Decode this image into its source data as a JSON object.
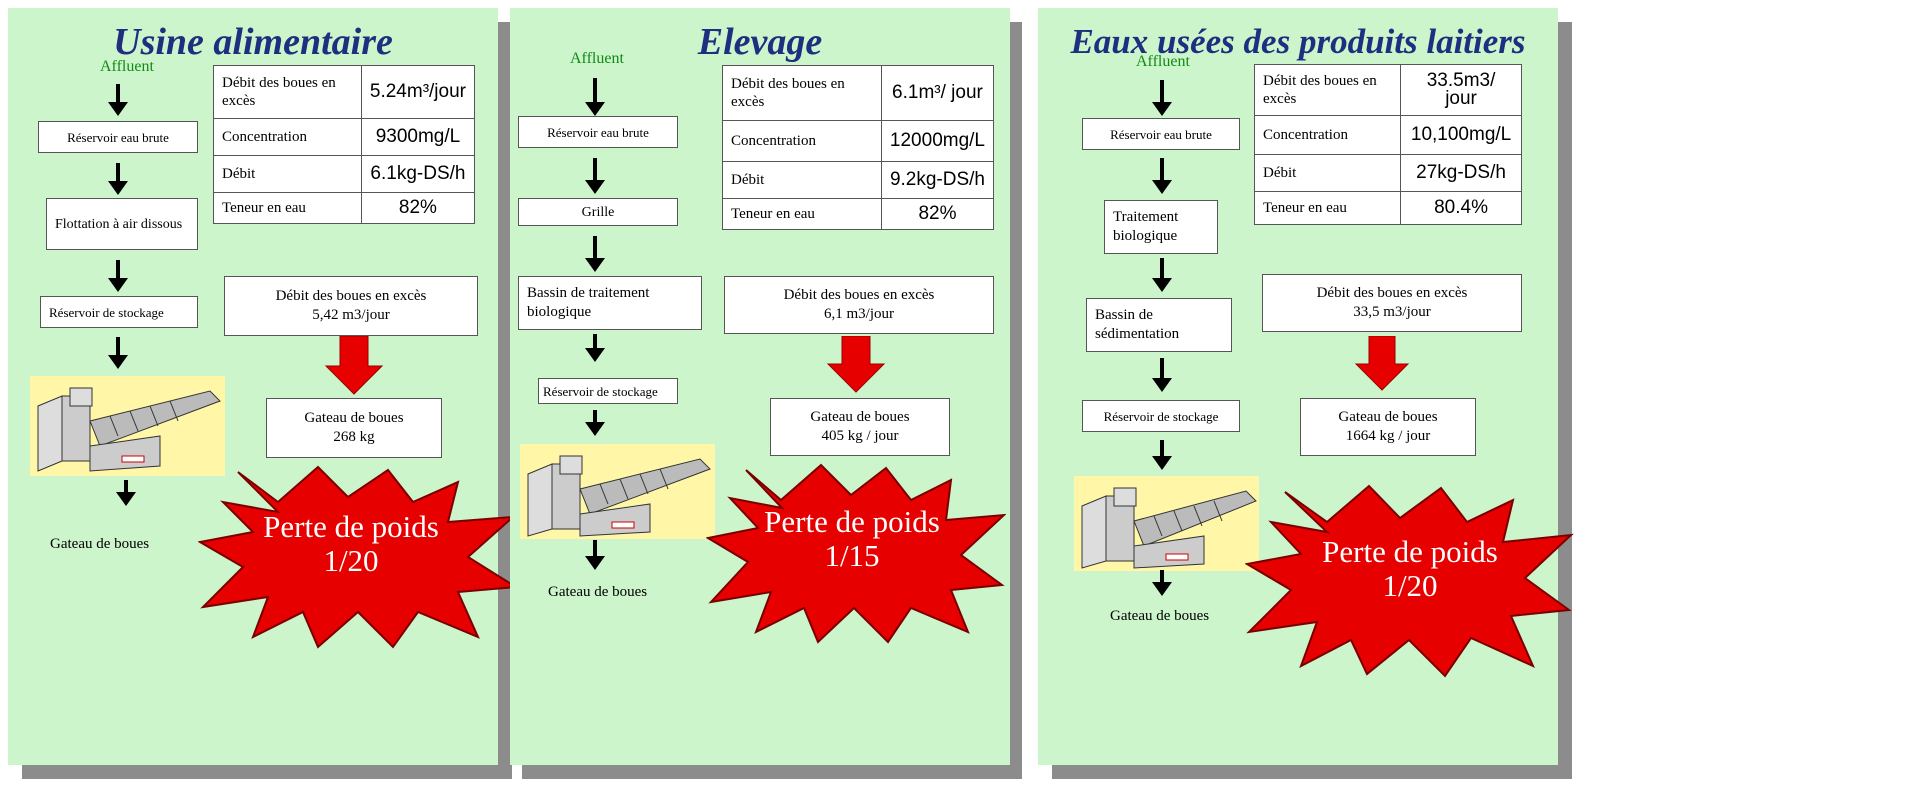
{
  "panels": [
    {
      "title": "Usine alimentaire",
      "influent": "Affluent",
      "steps": [
        "Réservoir eau brute",
        "Flottation à air dissous",
        "Réservoir de stockage"
      ],
      "output": "Gateau de boues",
      "specs": [
        {
          "label": "Débit des boues en excès",
          "value": "5.24m³/jour"
        },
        {
          "label": "Concentration",
          "value": "9300mg/L"
        },
        {
          "label": "Débit",
          "value": "6.1kg-DS/h"
        },
        {
          "label": "Teneur en eau",
          "value": "82%"
        }
      ],
      "excess_label": "Débit des boues en excès",
      "excess_value": "5,42 m3/jour",
      "cake_label": "Gateau de boues",
      "cake_value": "268 kg",
      "loss_label": "Perte de poids",
      "loss_ratio": "1/20"
    },
    {
      "title": "Elevage",
      "influent": "Affluent",
      "steps": [
        "Réservoir eau brute",
        "Grille",
        "Bassin de traitement biologique",
        "Réservoir de stockage"
      ],
      "output": "Gateau de boues",
      "specs": [
        {
          "label": "Débit des boues en excès",
          "value": "6.1m³/ jour"
        },
        {
          "label": "Concentration",
          "value": "12000mg/L"
        },
        {
          "label": "Débit",
          "value": "9.2kg-DS/h"
        },
        {
          "label": "Teneur en eau",
          "value": "82%"
        }
      ],
      "excess_label": "Débit des boues en excès",
      "excess_value": "6,1 m3/jour",
      "cake_label": "Gateau de boues",
      "cake_value": "405 kg / jour",
      "loss_label": "Perte de poids",
      "loss_ratio": "1/15"
    },
    {
      "title": "Eaux usées des produits laitiers",
      "influent": "Affluent",
      "steps": [
        "Réservoir eau brute",
        "Traitement biologique",
        "Bassin de sédimentation",
        "Réservoir de stockage"
      ],
      "output": "Gateau de boues",
      "specs": [
        {
          "label": "Débit des boues en excès",
          "value": "33.5m3/ jour"
        },
        {
          "label": "Concentration",
          "value": "10,100mg/L"
        },
        {
          "label": "Débit",
          "value": "27kg-DS/h"
        },
        {
          "label": "Teneur en eau",
          "value": "80.4%"
        }
      ],
      "excess_label": "Débit des boues en excès",
      "excess_value": "33,5 m3/jour",
      "cake_label": "Gateau de boues",
      "cake_value": "1664 kg / jour",
      "loss_label": "Perte de poids",
      "loss_ratio": "1/20"
    }
  ],
  "colors": {
    "panel_bg": "#ccf5cc",
    "title": "#1f2f7f",
    "influent": "#138a13",
    "burst": "#e60000",
    "arrow_red": "#e60000",
    "machine_bg": "#fff6a8"
  }
}
